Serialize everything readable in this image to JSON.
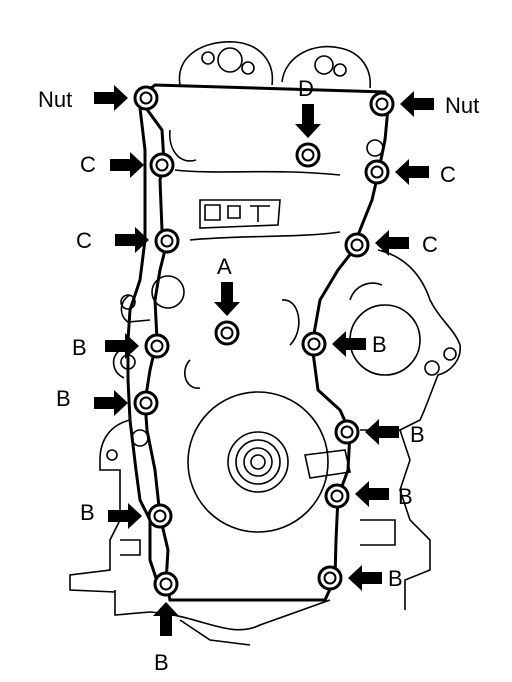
{
  "labels": {
    "nut_left": "Nut",
    "nut_right": "Nut",
    "d": "D",
    "a": "A",
    "c_left_1": "C",
    "c_left_2": "C",
    "c_right_1": "C",
    "c_right_2": "C",
    "b_left_1": "B",
    "b_left_2": "B",
    "b_left_3": "B",
    "b_bottom": "B",
    "b_right_1": "B",
    "b_right_2": "B",
    "b_right_3": "B",
    "b_right_4": "B"
  }
}
